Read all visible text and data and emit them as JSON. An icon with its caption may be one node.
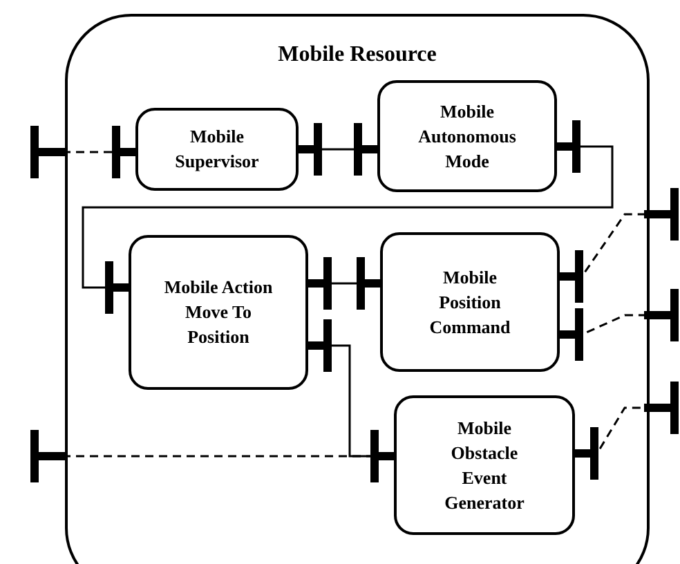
{
  "diagram": {
    "nodes": [
      {
        "text": [
          "Mobile Resource"
        ]
      },
      {
        "text": [
          "Mobile Supervisor"
        ],
        "in": 0
      },
      {
        "text": [
          "Mobile Autonomous Mode"
        ],
        "in": 0
      },
      {
        "text": [
          "Mobile Action Move To Position"
        ],
        "in": 0
      },
      {
        "text": [
          "Mobile Position Command"
        ],
        "in": 0
      },
      {
        "text": [
          "Mobile Obstacle Event Generator"
        ],
        "in": 0
      }
    ],
    "edges": [
      {
        "from": 0,
        "to": 1,
        "arrow": "other",
        "style": "dashed"
      },
      {
        "from": 1,
        "to": 2,
        "arrow": "other"
      },
      {
        "from": 2,
        "to": 3,
        "arrow": "other"
      },
      {
        "from": 3,
        "to": 4,
        "arrow": "other"
      },
      {
        "from": 4,
        "to": 0,
        "arrow": "other",
        "style": "dashed"
      },
      {
        "from": 4,
        "to": 0,
        "arrow": "other",
        "style": "dashed"
      },
      {
        "from": 3,
        "to": 5,
        "arrow": "other"
      },
      {
        "from": 0,
        "to": 5,
        "arrow": "other",
        "style": "dashed"
      },
      {
        "from": 5,
        "to": 0,
        "arrow": "other",
        "style": "dashed"
      }
    ]
  }
}
